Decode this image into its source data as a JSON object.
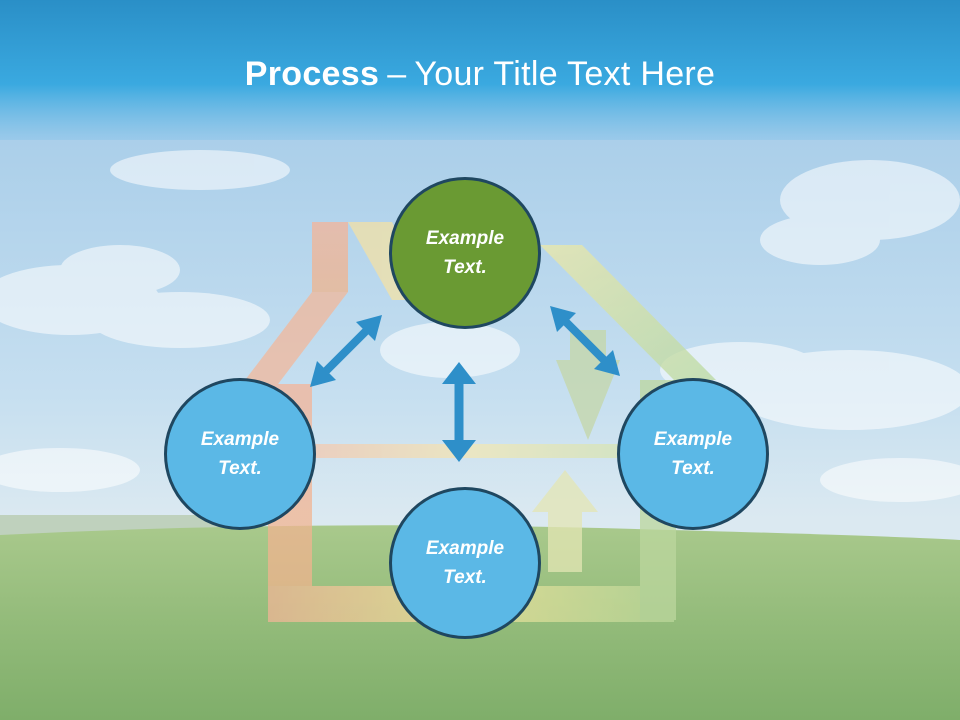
{
  "slide": {
    "title_bold": "Process",
    "title_dash": "–",
    "title_rest": "Your Title Text Here",
    "colors": {
      "title_bar": "#3aa7de",
      "sky": "#b5d3ea",
      "grass": "#8fb878",
      "circle_blue": "#5bb8e6",
      "circle_green": "#6a9a33",
      "circle_border": "#1f4760",
      "arrow": "#2e8fc9"
    }
  },
  "nodes": [
    {
      "id": "top",
      "line1": "Example",
      "line2": "Text.",
      "color": "green"
    },
    {
      "id": "left",
      "line1": "Example",
      "line2": "Text.",
      "color": "blue"
    },
    {
      "id": "bottom",
      "line1": "Example",
      "line2": "Text.",
      "color": "blue"
    },
    {
      "id": "right",
      "line1": "Example",
      "line2": "Text.",
      "color": "blue"
    }
  ]
}
